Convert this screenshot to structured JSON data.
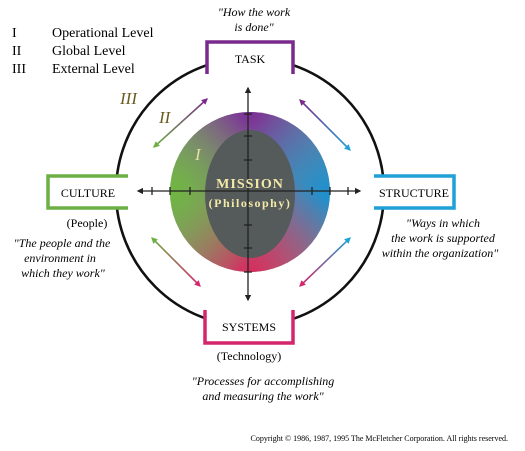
{
  "legend": {
    "items": [
      {
        "numeral": "I",
        "label": "Operational Level"
      },
      {
        "numeral": "II",
        "label": "Global Level"
      },
      {
        "numeral": "III",
        "label": "External Level"
      }
    ]
  },
  "level_markers": {
    "outer": "III",
    "middle": "II",
    "inner": "I"
  },
  "center": {
    "title": "MISSION",
    "subtitle": "(Philosophy)"
  },
  "boxes": {
    "task": {
      "label": "TASK",
      "color": "#7a2a8c",
      "quote_line1": "\"How the work",
      "quote_line2": "is done\""
    },
    "structure": {
      "label": "STRUCTURE",
      "color": "#1ea1d6",
      "quote_line1": "\"Ways in which",
      "quote_line2": "the work is supported",
      "quote_line3": "within the organization\""
    },
    "systems": {
      "label": "SYSTEMS",
      "color": "#d4276b",
      "sub": "(Technology)",
      "quote_line1": "\"Processes for accomplishing",
      "quote_line2": "and measuring the work\""
    },
    "culture": {
      "label": "CULTURE",
      "color": "#6cb043",
      "sub": "(People)",
      "quote_line1": "\"The people and the",
      "quote_line2": "environment in",
      "quote_line3": "which they work\""
    }
  },
  "copyright": "Copyright © 1986, 1987, 1995 The McFletcher Corporation.  All rights reserved."
}
